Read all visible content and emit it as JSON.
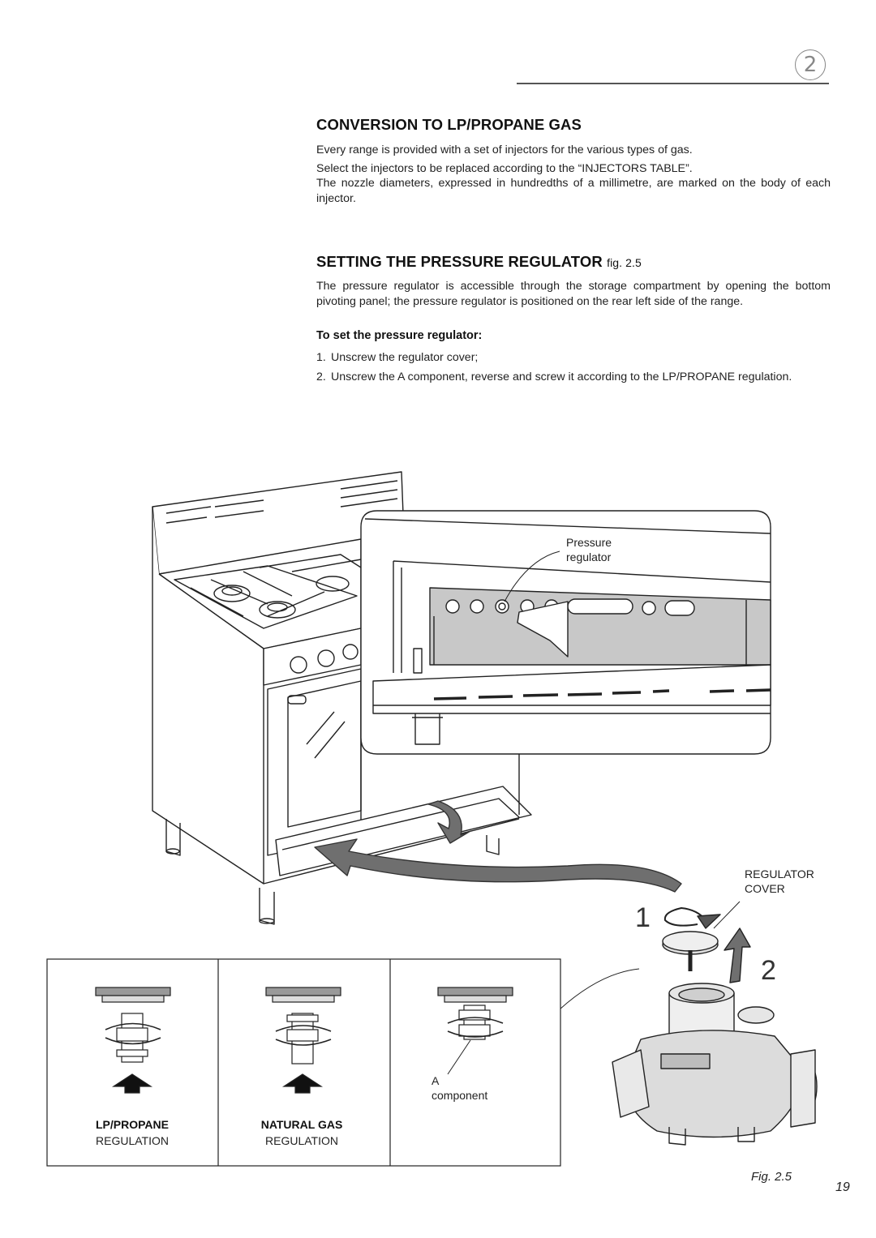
{
  "header": {
    "chapter_number": "2"
  },
  "section1": {
    "title": "CONVERSION TO LP/PROPANE GAS",
    "para1": "Every range is provided with a set of injectors for the various types of gas.",
    "para2": "Select the injectors to be replaced according to the “INJECTORS TABLE”.",
    "para3": "The nozzle diameters, expressed in hundredths of a millimetre, are marked on the body of each injector."
  },
  "section2": {
    "title": "SETTING THE PRESSURE REGULATOR",
    "title_ref": "fig. 2.5",
    "para": "The pressure regulator is accessible through the storage compartment by opening the bottom pivoting panel; the pressure regulator is positioned on the rear left side of the range.",
    "subheading": "To set the pressure regulator:",
    "steps": [
      {
        "num": "1.",
        "text": "Unscrew the regulator cover;"
      },
      {
        "num": "2.",
        "text": "Unscrew the A component, reverse and screw it according to the LP/PROPANE regulation."
      }
    ]
  },
  "figure": {
    "pressure_regulator_label_1": "Pressure",
    "pressure_regulator_label_2": "regulator",
    "regulator_cover_label_1": "REGULATOR",
    "regulator_cover_label_2": "COVER",
    "step1": "1",
    "step2": "2",
    "a_label": "A",
    "component_label": "component",
    "lp_bold": "LP/PROPANE",
    "lp_normal": "REGULATION",
    "ng_bold": "NATURAL GAS",
    "ng_normal": "REGULATION",
    "fig_label": "Fig. 2.5"
  },
  "footer": {
    "page_number": "19"
  },
  "colors": {
    "panel_grey": "#c8c8c8",
    "arrow_grey": "#6f6f6f",
    "line": "#222222"
  }
}
